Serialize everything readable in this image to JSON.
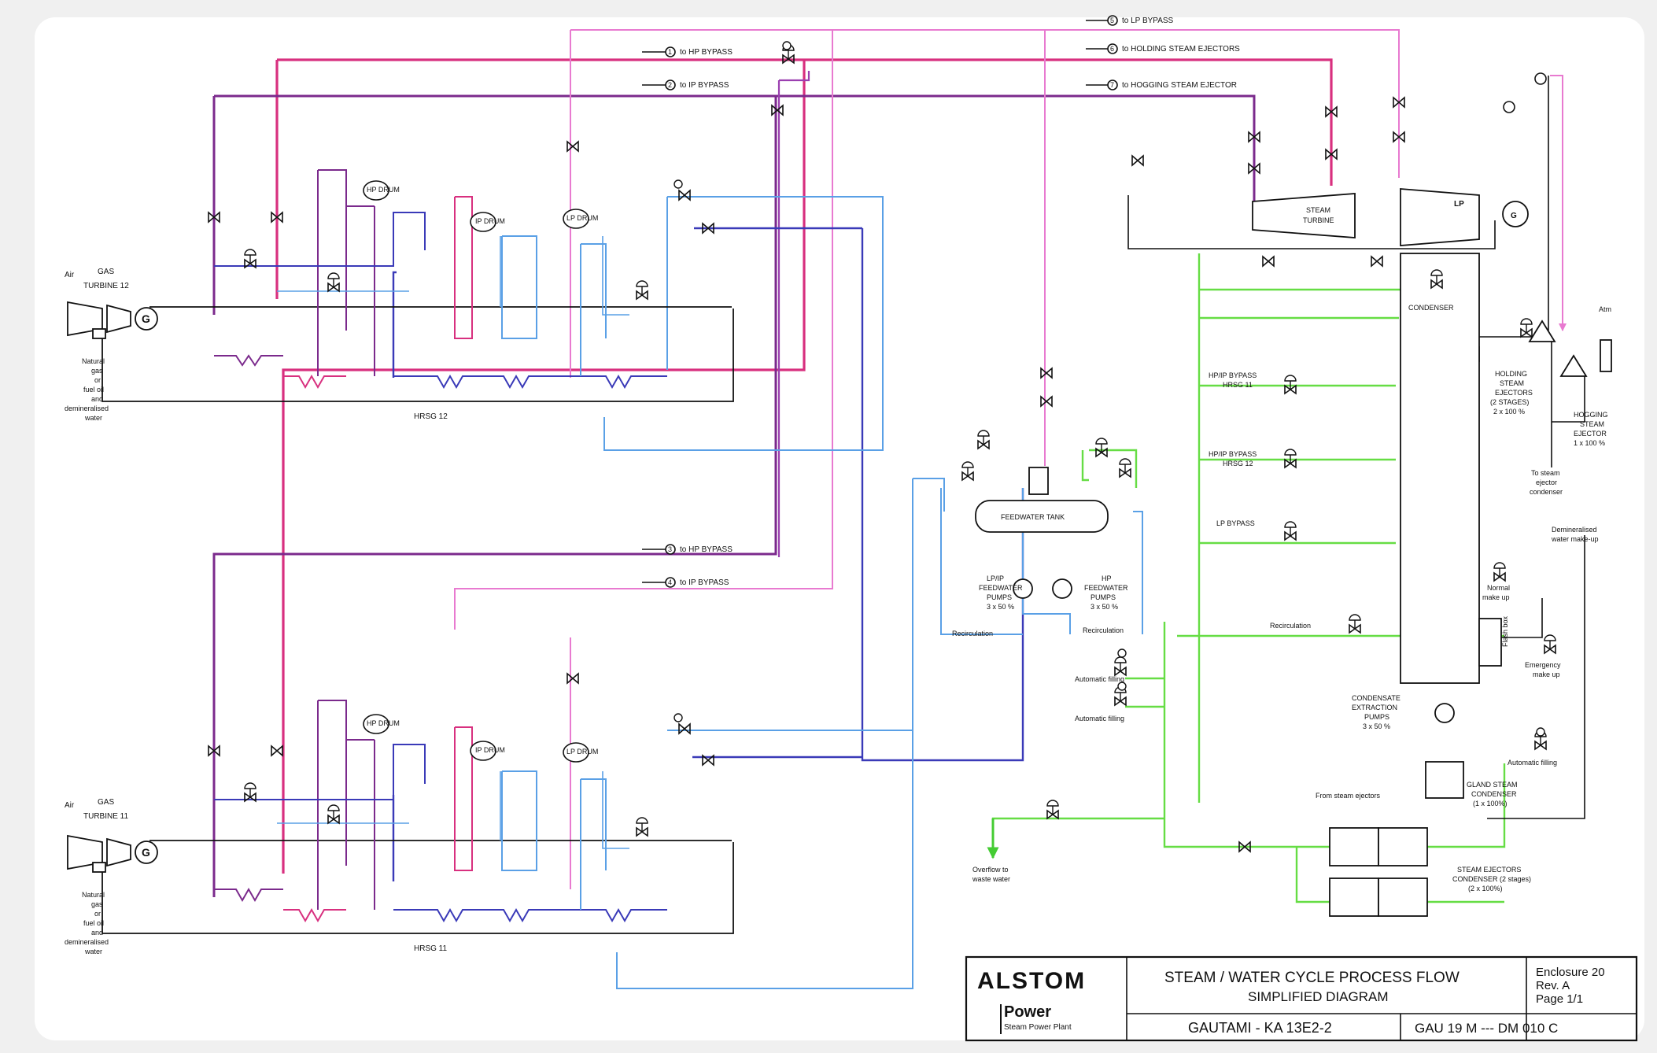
{
  "title_block": {
    "logo": "ALSTOM",
    "division": "Power",
    "division_sub": "Steam Power Plant",
    "title_line1": "STEAM / WATER CYCLE PROCESS FLOW",
    "title_line2": "SIMPLIFIED DIAGRAM",
    "project": "GAUTAMI - KA 13E2-2",
    "enclosure": "Enclosure 20",
    "revision": "Rev. A",
    "page": "Page 1/1",
    "doc_no": "GAU 19 M  --- DM 010 C"
  },
  "steam_links": [
    {
      "tag": "1",
      "label": "to HP BYPASS"
    },
    {
      "tag": "2",
      "label": "to IP BYPASS"
    },
    {
      "tag": "3",
      "label": "to HP BYPASS"
    },
    {
      "tag": "4",
      "label": "to IP BYPASS"
    },
    {
      "tag": "5",
      "label": "to LP BYPASS"
    },
    {
      "tag": "6",
      "label": "to HOLDING STEAM EJECTORS"
    },
    {
      "tag": "7",
      "label": "to HOGGING STEAM EJECTOR"
    }
  ],
  "trains": {
    "unit12": {
      "gt_air": "Air",
      "gt_label1": "GAS",
      "gt_label2": "TURBINE 12",
      "hrsg": "HRSG 12",
      "fuel": [
        "Natural",
        "gas",
        "or",
        "fuel oil",
        "and",
        "demineralised",
        "water"
      ]
    },
    "unit11": {
      "gt_air": "Air",
      "gt_label1": "GAS",
      "gt_label2": "TURBINE 11",
      "hrsg": "HRSG 11",
      "fuel": [
        "Natural",
        "gas",
        "or",
        "fuel oil",
        "and",
        "demineralised",
        "water"
      ]
    }
  },
  "drums": {
    "hp": "HP DRUM",
    "ip": "IP DRUM",
    "lp": "LP DRUM"
  },
  "generator_symbol": "G",
  "steam_turbine": {
    "main": "STEAM",
    "main2": "TURBINE",
    "lp": "LP",
    "condenser": "CONDENSER"
  },
  "feedwater": {
    "tank": "FEEDWATER TANK",
    "lpip_pumps": [
      "LP/IP",
      "FEEDWATER",
      "PUMPS",
      "3 x 50 %"
    ],
    "hp_pumps": [
      "HP",
      "FEEDWATER",
      "PUMPS",
      "3 x 50 %"
    ],
    "recirc_left": "Recirculation",
    "recirc_right": "Recirculation",
    "auto_fill_1": "Automatic filling",
    "auto_fill_2": "Automatic filling",
    "recirc_main": "Recirculation",
    "overflow": [
      "Overflow to",
      "waste water"
    ]
  },
  "bypass_stations": {
    "hrsg11": [
      "HP/IP BYPASS",
      "HRSG 11"
    ],
    "hrsg12": [
      "HP/IP BYPASS",
      "HRSG 12"
    ],
    "lp": "LP BYPASS"
  },
  "ejectors": {
    "holding": [
      "HOLDING",
      "STEAM",
      "EJECTORS",
      "(2 STAGES)",
      "2 x 100 %"
    ],
    "hogging": [
      "HOGGING",
      "STEAM",
      "EJECTOR",
      "1 x 100 %"
    ],
    "atm": "Atm",
    "to_condenser": [
      "To steam",
      "ejector",
      "condenser"
    ]
  },
  "makeup": {
    "demin": [
      "Demineralised",
      "water make-up"
    ],
    "normal": [
      "Normal",
      "make up"
    ],
    "emergency": [
      "Emergency",
      "make up"
    ],
    "flash_box": "Flash box"
  },
  "condensate": {
    "cep": [
      "CONDENSATE",
      "EXTRACTION",
      "PUMPS",
      "3 x 50 %"
    ],
    "auto_fill": "Automatic filling",
    "gland": [
      "GLAND STEAM",
      "CONDENSER",
      "(1 x 100%)"
    ],
    "from_ejectors": "From steam ejectors",
    "sec": [
      "STEAM EJECTORS",
      "CONDENSER  (2 stages)",
      "(2 x 100%)"
    ]
  },
  "colors": {
    "hp_steam": "#d8307f",
    "hp_purple": "#7b2a8c",
    "lp_steam": "#e87ad0",
    "ip_violet": "#9b3fb0",
    "feed_blue": "#3a3ab8",
    "cond_lightblue": "#5aa0e6",
    "condensate_green": "#66dd44",
    "ink": "#111111"
  }
}
